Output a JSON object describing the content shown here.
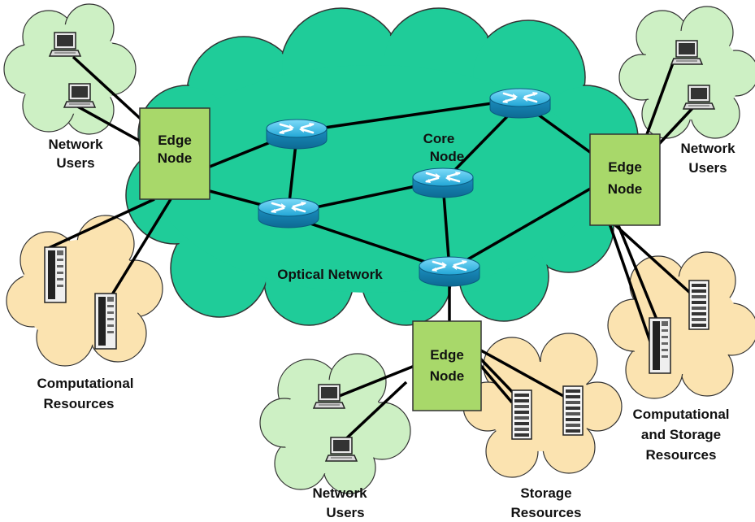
{
  "labels": {
    "core_node": [
      "Core",
      "Node"
    ],
    "optical_network": "Optical Network",
    "edge_left": [
      "Edge",
      "Node"
    ],
    "edge_right": [
      "Edge",
      "Node"
    ],
    "edge_bottom": [
      "Edge",
      "Node"
    ],
    "users_left": [
      "Network",
      "Users"
    ],
    "users_right": [
      "Network",
      "Users"
    ],
    "users_bottom": [
      "Network",
      "Users"
    ],
    "comp_left": [
      "Computational",
      "Resources"
    ],
    "comp_storage_right": [
      "Computational",
      "and Storage",
      "Resources"
    ],
    "storage_bottom": [
      "Storage",
      "Resources"
    ]
  },
  "colors": {
    "optical_cloud": "#1fcc99",
    "user_cloud": "#cdf0c4",
    "resource_cloud": "#fbe3b0",
    "edge_node": "#a8d86a",
    "router": "#1aa8d8",
    "link": "#000000"
  },
  "icons": {
    "router": "router-icon",
    "computer": "computer-icon",
    "server": "server-rack-icon"
  }
}
